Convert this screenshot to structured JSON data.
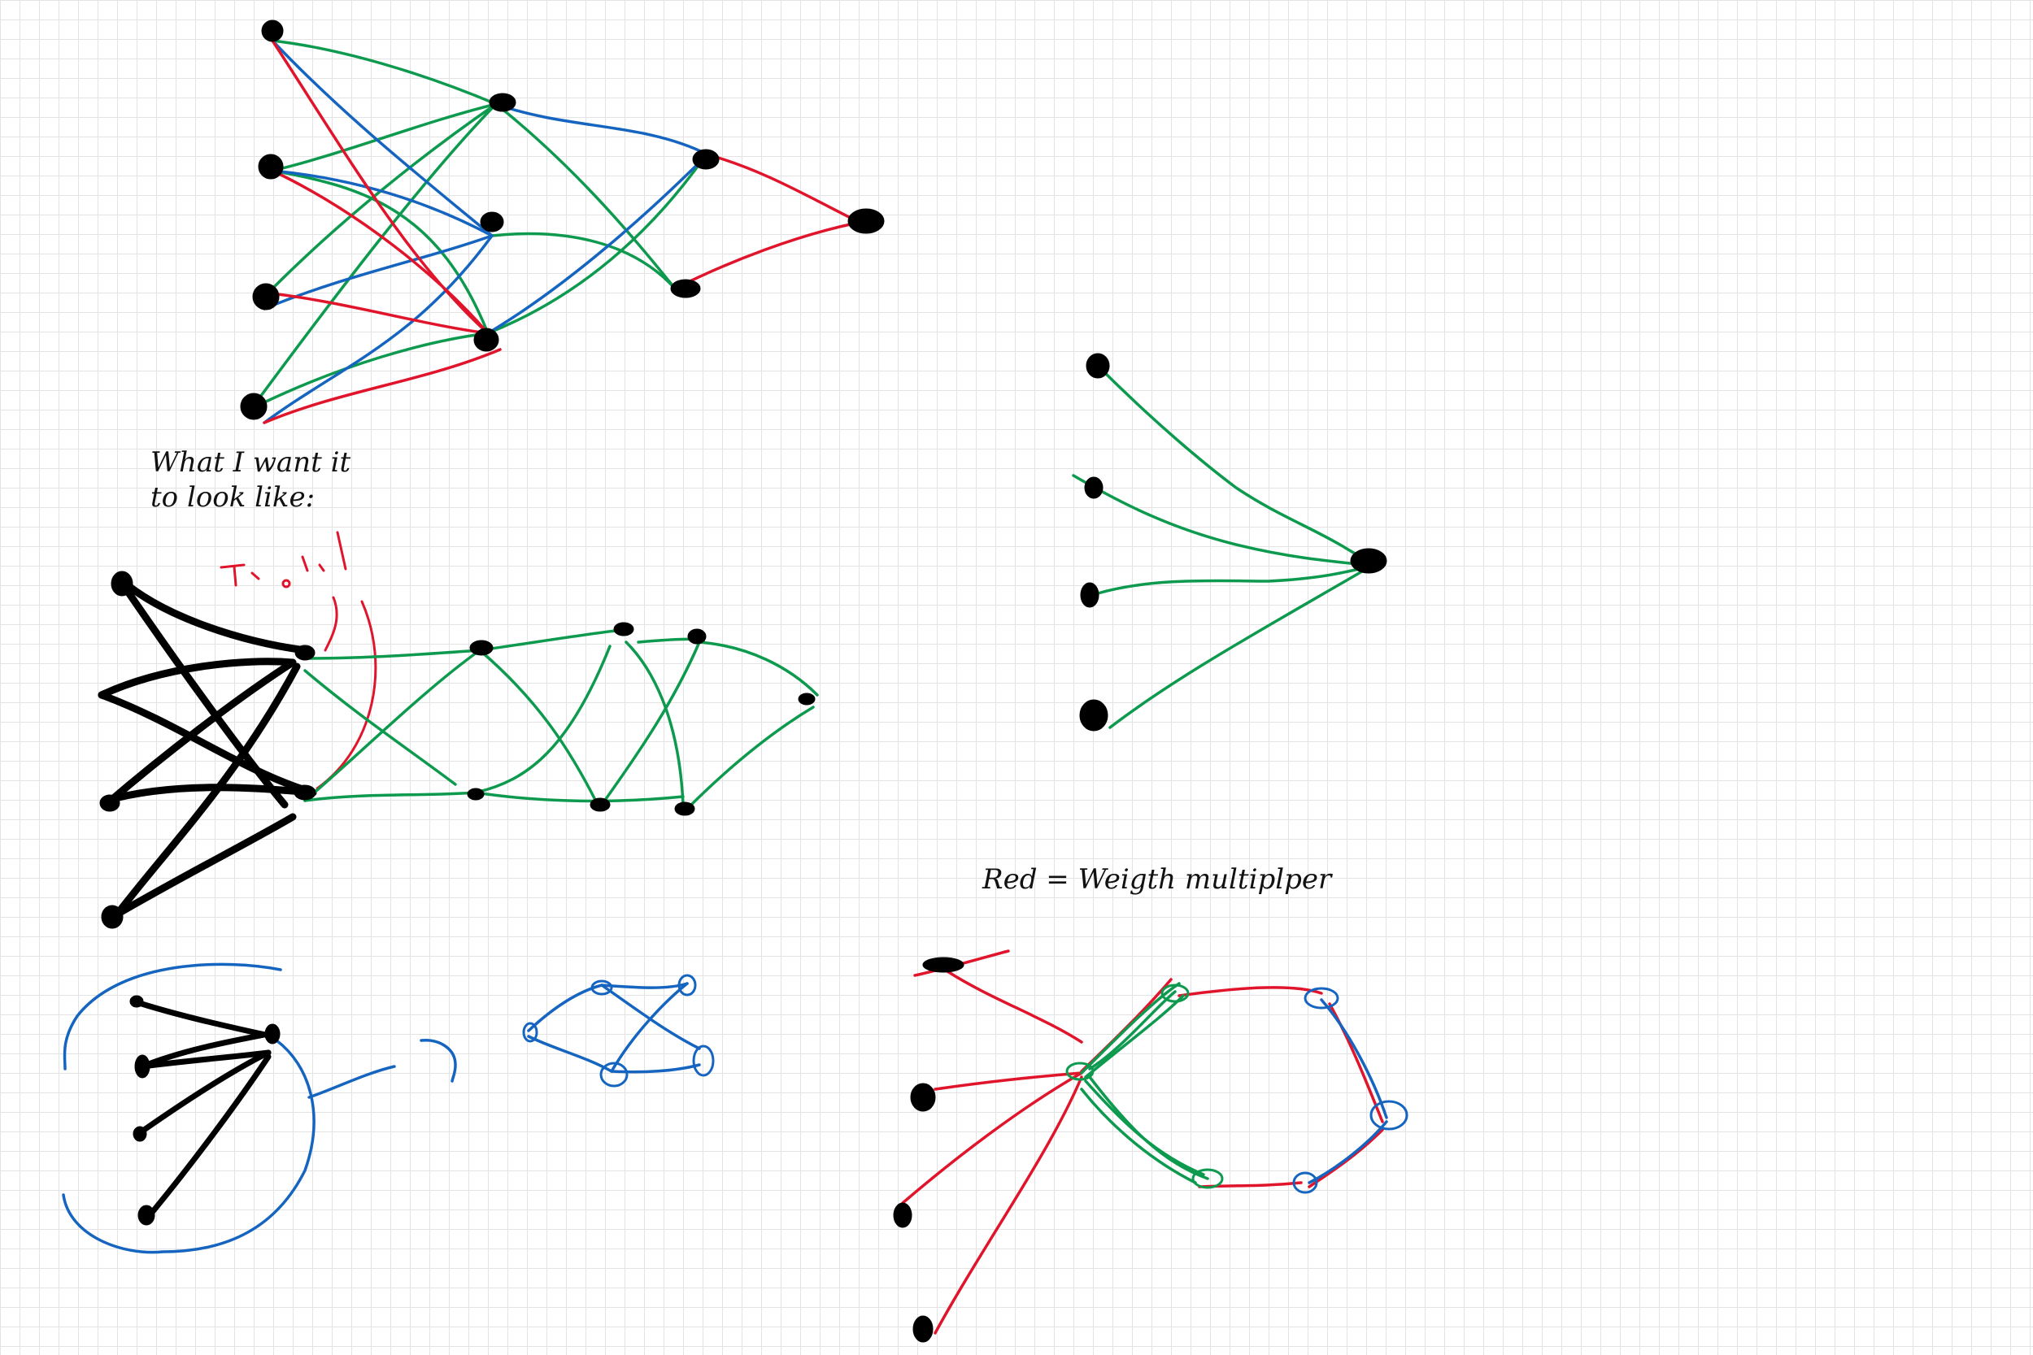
{
  "notes": {
    "line1": "What I want it",
    "line2": "to look like:",
    "legend": "Red = Weigth multiplper"
  },
  "colors": {
    "black": "#000000",
    "green": "#0d9a4e",
    "blue": "#1565c0",
    "red": "#e0142b",
    "grid": "#e3e3e3"
  }
}
